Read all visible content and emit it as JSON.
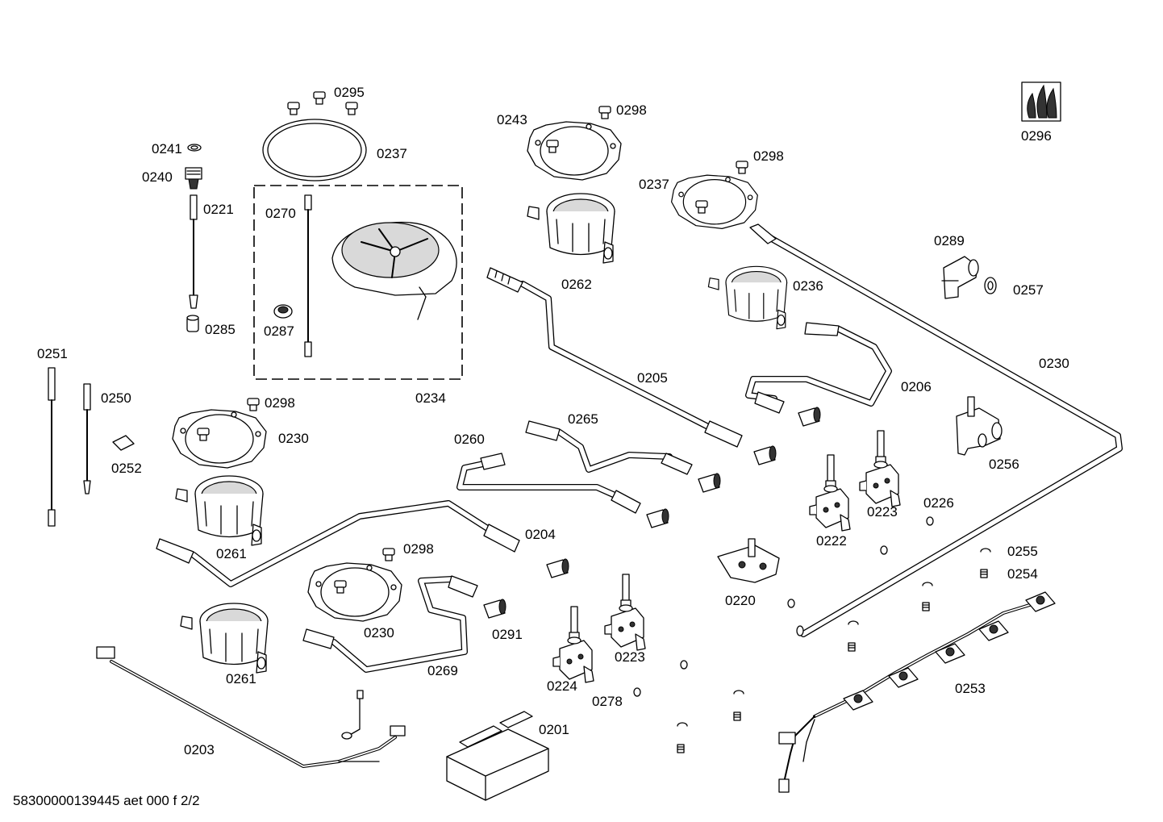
{
  "diagram": {
    "labels": {
      "l0201": "0201",
      "l0203": "0203",
      "l0204": "0204",
      "l0205": "0205",
      "l0206": "0206",
      "l0220": "0220",
      "l0221": "0221",
      "l0222": "0222",
      "l0223a": "0223",
      "l0223b": "0223",
      "l0224": "0224",
      "l0226": "0226",
      "l0230a": "0230",
      "l0230b": "0230",
      "l0230c": "0230",
      "l0234": "0234",
      "l0236": "0236",
      "l0237a": "0237",
      "l0237b": "0237",
      "l0240": "0240",
      "l0241": "0241",
      "l0243": "0243",
      "l0250": "0250",
      "l0251": "0251",
      "l0252": "0252",
      "l0253": "0253",
      "l0254": "0254",
      "l0255": "0255",
      "l0256": "0256",
      "l0257": "0257",
      "l0260": "0260",
      "l0261a": "0261",
      "l0261b": "0261",
      "l0262": "0262",
      "l0265": "0265",
      "l0269": "0269",
      "l0270": "0270",
      "l0278": "0278",
      "l0285": "0285",
      "l0287": "0287",
      "l0289": "0289",
      "l0291": "0291",
      "l0295": "0295",
      "l0296": "0296",
      "l0298a": "0298",
      "l0298b": "0298",
      "l0298c": "0298",
      "l0298d": "0298"
    },
    "footer": "58300000139445 aet 000 f 2/2"
  }
}
